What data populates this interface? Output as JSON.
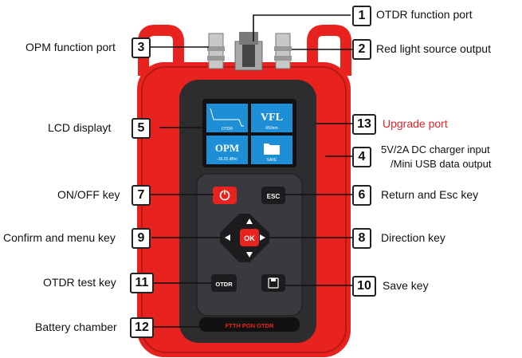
{
  "callouts": [
    {
      "num": "1",
      "text": "OTDR function port"
    },
    {
      "num": "2",
      "text": "Red light source output"
    },
    {
      "num": "3",
      "text": "OPM function port"
    },
    {
      "num": "4",
      "text": "5V/2A DC charger input",
      "text2": "/Mini USB data output"
    },
    {
      "num": "5",
      "text": "LCD displayt"
    },
    {
      "num": "6",
      "text": "Return and Esc key"
    },
    {
      "num": "7",
      "text": "ON/OFF key"
    },
    {
      "num": "8",
      "text": "Direction key"
    },
    {
      "num": "9",
      "text": "Confirm and menu key"
    },
    {
      "num": "10",
      "text": "Save key"
    },
    {
      "num": "11",
      "text": "OTDR test key"
    },
    {
      "num": "12",
      "text": "Battery chamber"
    },
    {
      "num": "13",
      "text": "Upgrade port"
    }
  ],
  "colors": {
    "accent_red": "#e0252b",
    "device_red": "#e8231f",
    "screen_blue": "#1e8fd6"
  },
  "screen": {
    "tile_otdr": "OTDR",
    "tile_vfl": "VFL",
    "tile_vfl_sub": "650nm",
    "tile_opm": "OPM",
    "tile_opm_sub": "-16.25 dBm",
    "tile_save": "SAVE"
  },
  "keys": {
    "esc": "ESC",
    "ok": "OK",
    "otdr": "OTDR"
  },
  "brand_plate": "FTTH PON OTDR"
}
